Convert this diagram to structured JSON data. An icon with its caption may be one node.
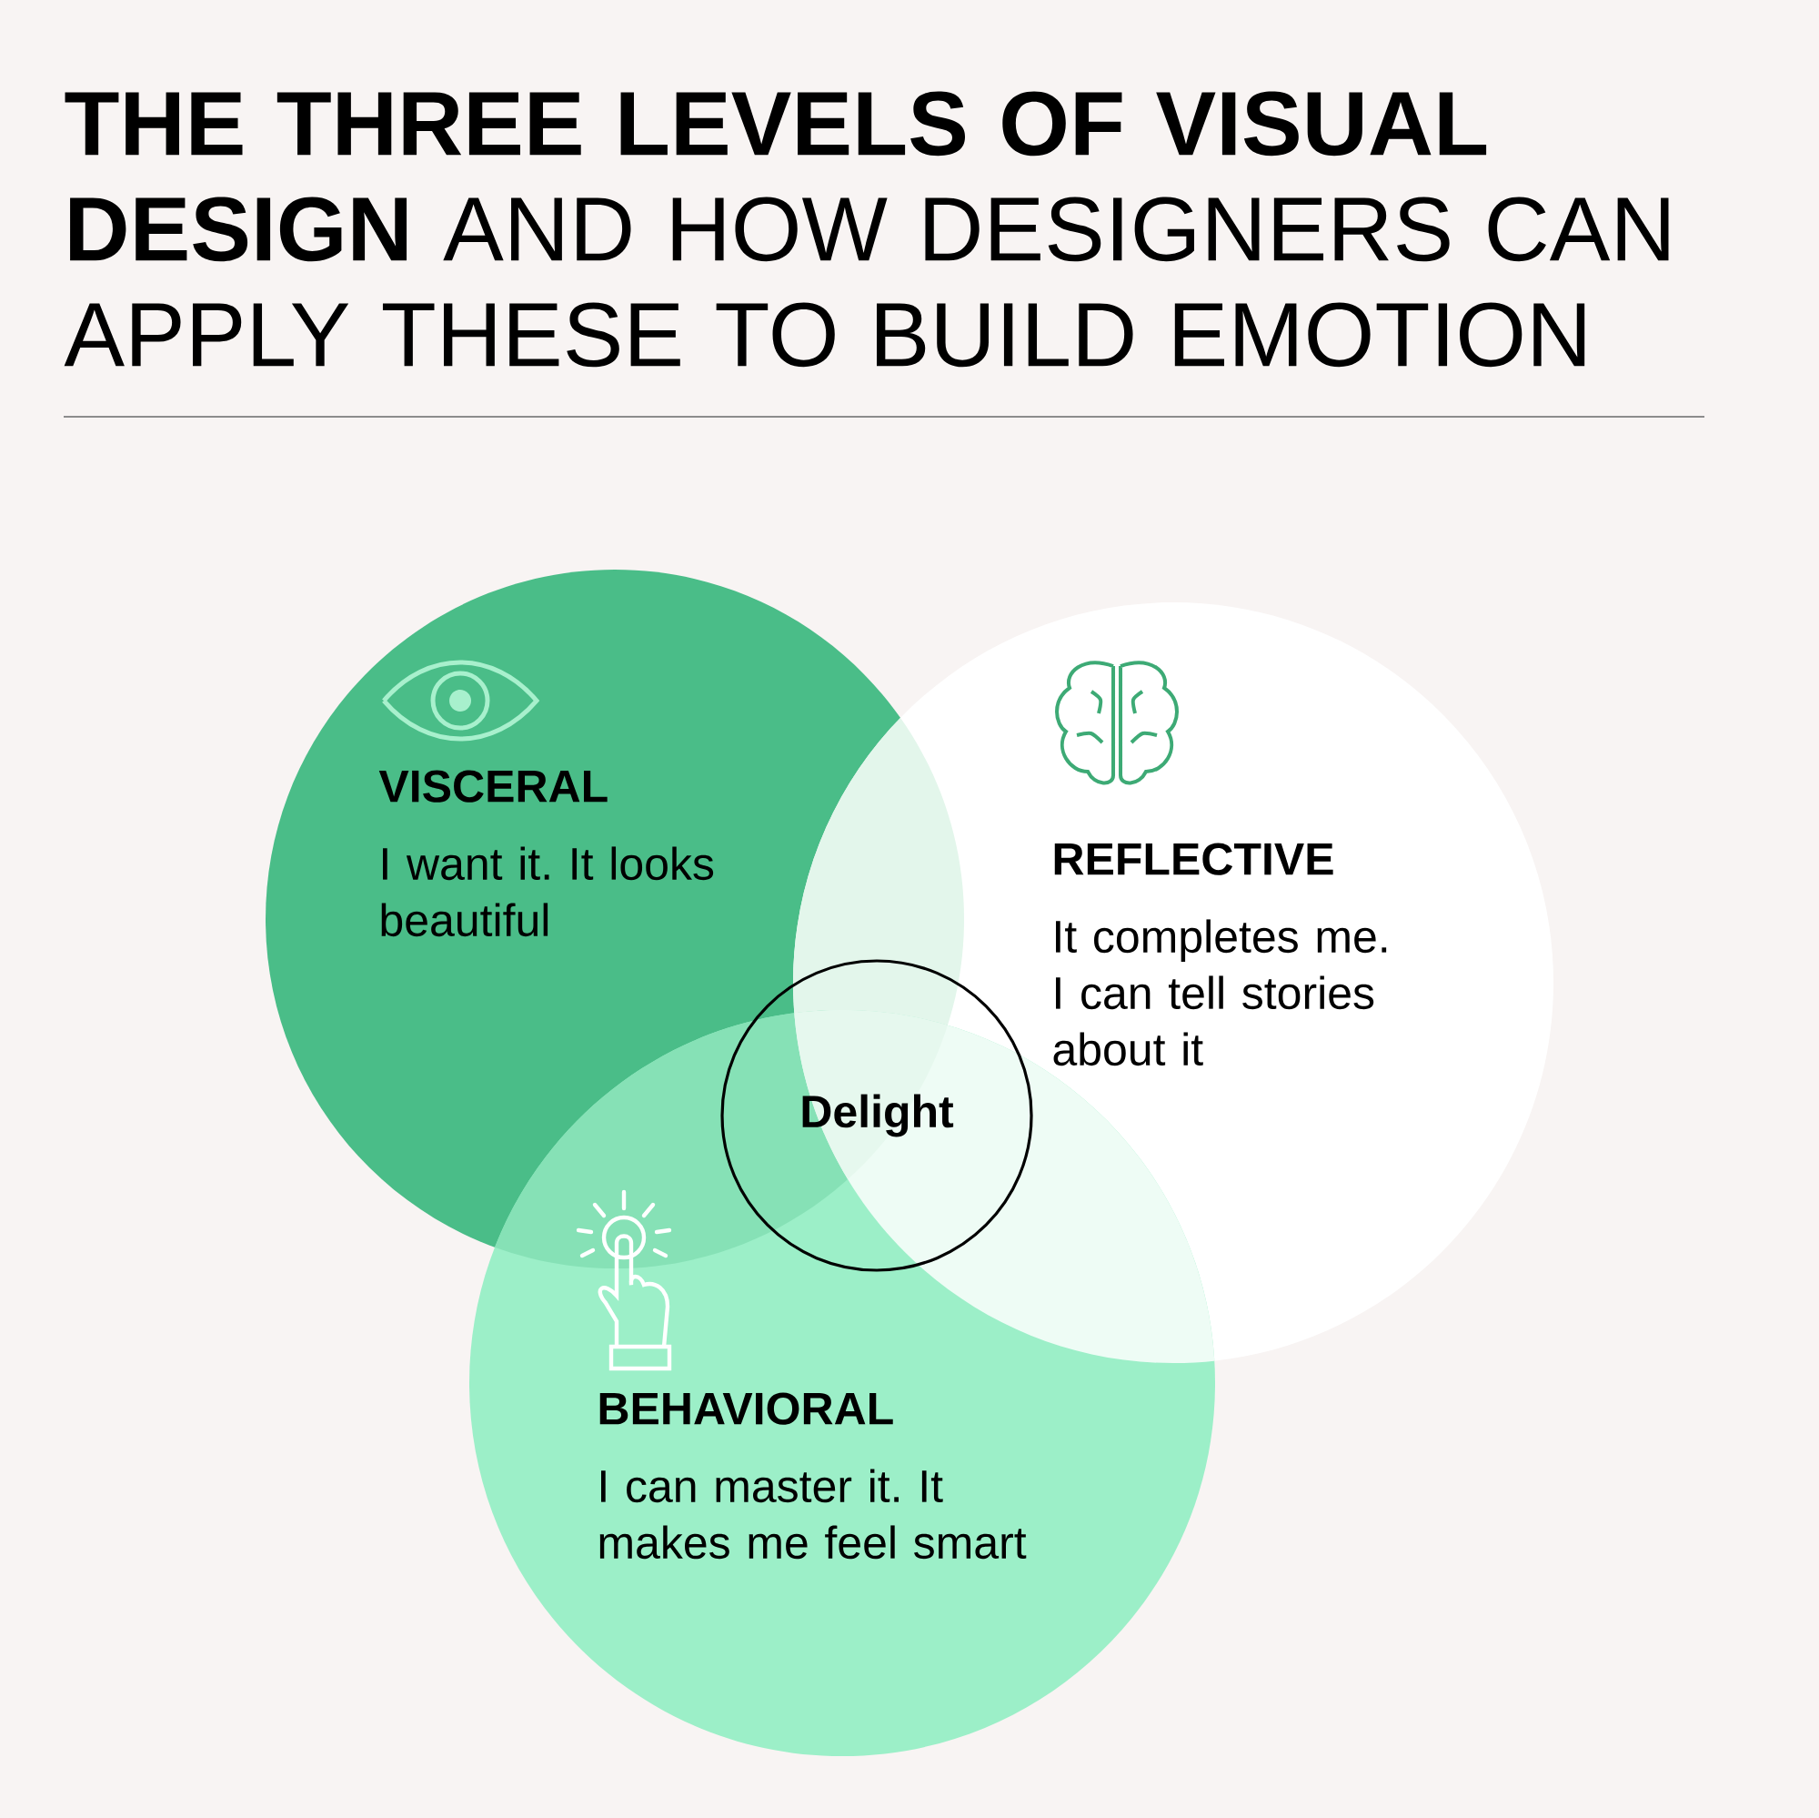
{
  "diagram": {
    "title": "**THE THREE LEVELS OF VISUAL DESIGN** AND HOW DESIGNERS CAN APPLY THESE TO BUILD EMOTION",
    "nodes": [
      {
        "text": [
          "VISCERAL",
          "I want it. It looks beautiful"
        ]
      },
      {
        "text": [
          "REFLECTIVE",
          "It completes me. I can tell stories about it"
        ]
      },
      {
        "text": [
          "BEHAVIORAL",
          "I can master it. It makes me feel smart"
        ]
      },
      {
        "text": [
          "Delight"
        ]
      }
    ]
  }
}
